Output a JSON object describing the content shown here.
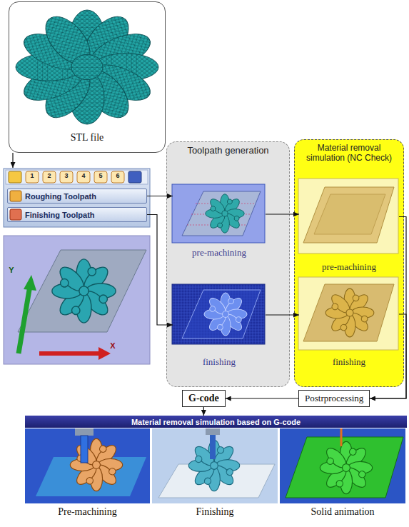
{
  "diagram": {
    "nodes": [
      {
        "text": [
          "STL file"
        ]
      },
      {
        "text": [
          "Roughing Toolpath"
        ]
      },
      {
        "text": [
          "Finishing Toolpath"
        ]
      },
      {
        "text": [
          "Toolpath generation"
        ]
      },
      {
        "text": [
          "pre-machining"
        ],
        "in": 3
      },
      {
        "text": [
          "finishing"
        ],
        "in": 3
      },
      {
        "text": [
          "Material removal simulation (NC Check)"
        ]
      },
      {
        "text": [
          "pre-machining"
        ],
        "in": 6
      },
      {
        "text": [
          "finishing"
        ],
        "in": 6
      },
      {
        "text": [
          "G-code"
        ]
      },
      {
        "text": [
          "Postrprocessing"
        ]
      },
      {
        "text": [
          "Material removal simulation based on G-code"
        ]
      },
      {
        "text": [
          "Pre-machining"
        ]
      },
      {
        "text": [
          "Finishing"
        ]
      },
      {
        "text": [
          "Solid animation"
        ]
      }
    ],
    "edges": [
      {
        "from": 1,
        "to": 4,
        "arrow": "to"
      },
      {
        "from": 2,
        "to": 5,
        "arrow": "to"
      },
      {
        "from": 4,
        "to": 7,
        "arrow": "to"
      },
      {
        "from": 5,
        "to": 8,
        "arrow": "to"
      },
      {
        "from": 7,
        "to": 10,
        "arrow": "to"
      },
      {
        "from": 8,
        "to": 10,
        "arrow": "to"
      },
      {
        "from": 10,
        "to": 9,
        "arrow": "to"
      },
      {
        "from": 9,
        "to": 11,
        "arrow": "to"
      }
    ],
    "labels": [
      "1",
      "2",
      "3",
      "4",
      "5",
      "6",
      "Y",
      "X"
    ]
  }
}
